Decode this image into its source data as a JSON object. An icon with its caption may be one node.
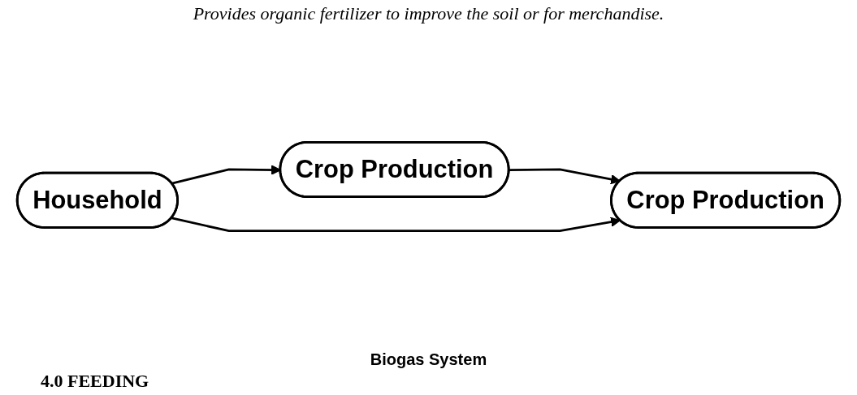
{
  "diagram": {
    "nodes": [
      {
        "text": [
          "Crop Production"
        ]
      },
      {
        "text": [
          "Crop Production"
        ]
      },
      {
        "text": [
          "Household"
        ]
      }
    ],
    "edges": [
      {
        "from": 0,
        "to": 1,
        "arrow": "to"
      },
      {
        "from": 2,
        "to": 0,
        "arrow": "to"
      },
      {
        "from": 2,
        "to": 1,
        "arrow": "to"
      }
    ],
    "labels": [
      "Provides organic fertilizer to improve the soil or for merchandise.",
      "Biogas System",
      "4.0 FEEDING"
    ]
  }
}
